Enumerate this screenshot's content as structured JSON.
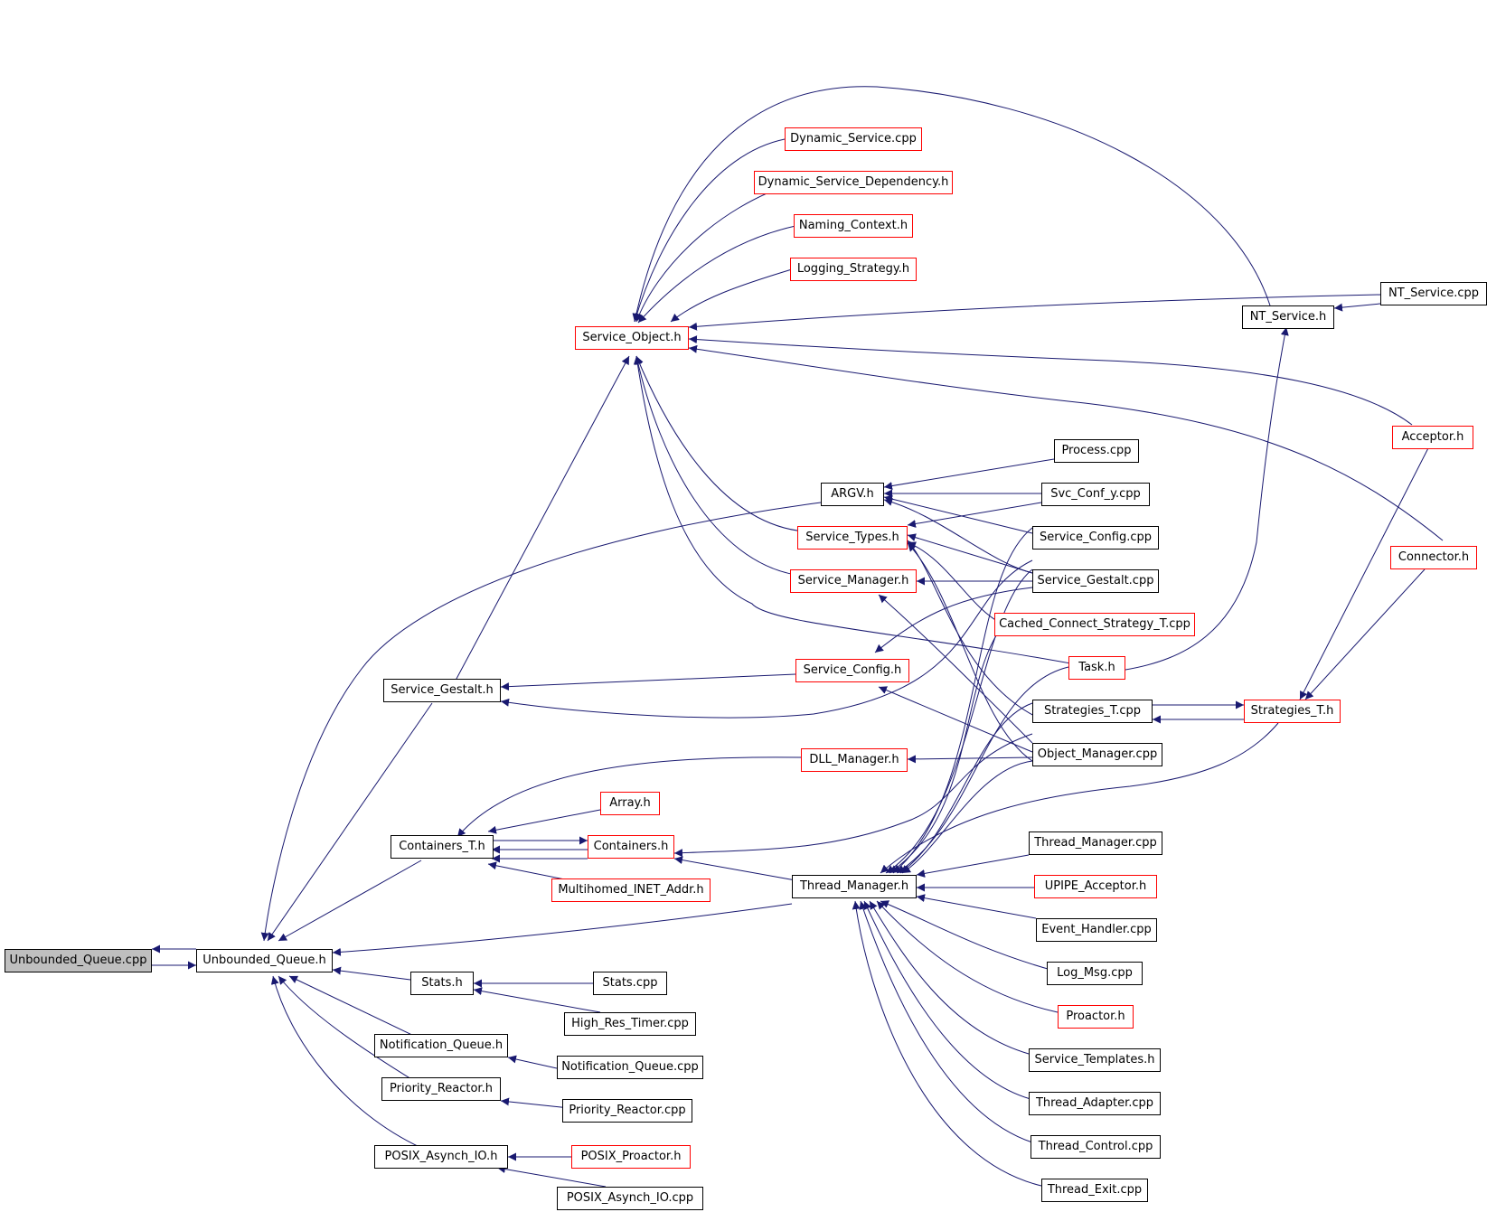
{
  "colors": {
    "edge": "#191970",
    "external_border": "#ff0000",
    "node_border": "#000000",
    "root_fill": "#bfbfbf"
  },
  "nodes": {
    "unbounded_queue_cpp": "Unbounded_Queue.cpp",
    "unbounded_queue_h": "Unbounded_Queue.h",
    "service_object_h": "Service_Object.h",
    "dynamic_service_cpp": "Dynamic_Service.cpp",
    "dynamic_service_dependency_h": "Dynamic_Service_Dependency.h",
    "naming_context_h": "Naming_Context.h",
    "logging_strategy_h": "Logging_Strategy.h",
    "nt_service_h": "NT_Service.h",
    "nt_service_cpp": "NT_Service.cpp",
    "acceptor_h": "Acceptor.h",
    "connector_h": "Connector.h",
    "process_cpp": "Process.cpp",
    "argv_h": "ARGV.h",
    "svc_conf_y_cpp": "Svc_Conf_y.cpp",
    "service_types_h": "Service_Types.h",
    "service_config_cpp": "Service_Config.cpp",
    "service_manager_h": "Service_Manager.h",
    "service_gestalt_cpp": "Service_Gestalt.cpp",
    "cached_connect_strategy_t_cpp": "Cached_Connect_Strategy_T.cpp",
    "task_h": "Task.h",
    "service_gestalt_h": "Service_Gestalt.h",
    "service_config_h": "Service_Config.h",
    "strategies_t_cpp": "Strategies_T.cpp",
    "strategies_t_h": "Strategies_T.h",
    "dll_manager_h": "DLL_Manager.h",
    "object_manager_cpp": "Object_Manager.cpp",
    "array_h": "Array.h",
    "containers_t_h": "Containers_T.h",
    "containers_h": "Containers.h",
    "multihomed_inet_addr_h": "Multihomed_INET_Addr.h",
    "thread_manager_cpp": "Thread_Manager.cpp",
    "thread_manager_h": "Thread_Manager.h",
    "upipe_acceptor_h": "UPIPE_Acceptor.h",
    "event_handler_cpp": "Event_Handler.cpp",
    "stats_h": "Stats.h",
    "stats_cpp": "Stats.cpp",
    "log_msg_cpp": "Log_Msg.cpp",
    "high_res_timer_cpp": "High_Res_Timer.cpp",
    "proactor_h": "Proactor.h",
    "notification_queue_h": "Notification_Queue.h",
    "notification_queue_cpp": "Notification_Queue.cpp",
    "service_templates_h": "Service_Templates.h",
    "priority_reactor_h": "Priority_Reactor.h",
    "priority_reactor_cpp": "Priority_Reactor.cpp",
    "thread_adapter_cpp": "Thread_Adapter.cpp",
    "thread_control_cpp": "Thread_Control.cpp",
    "posix_asynch_io_h": "POSIX_Asynch_IO.h",
    "posix_proactor_h": "POSIX_Proactor.h",
    "posix_asynch_io_cpp": "POSIX_Asynch_IO.cpp",
    "thread_exit_cpp": "Thread_Exit.cpp"
  }
}
